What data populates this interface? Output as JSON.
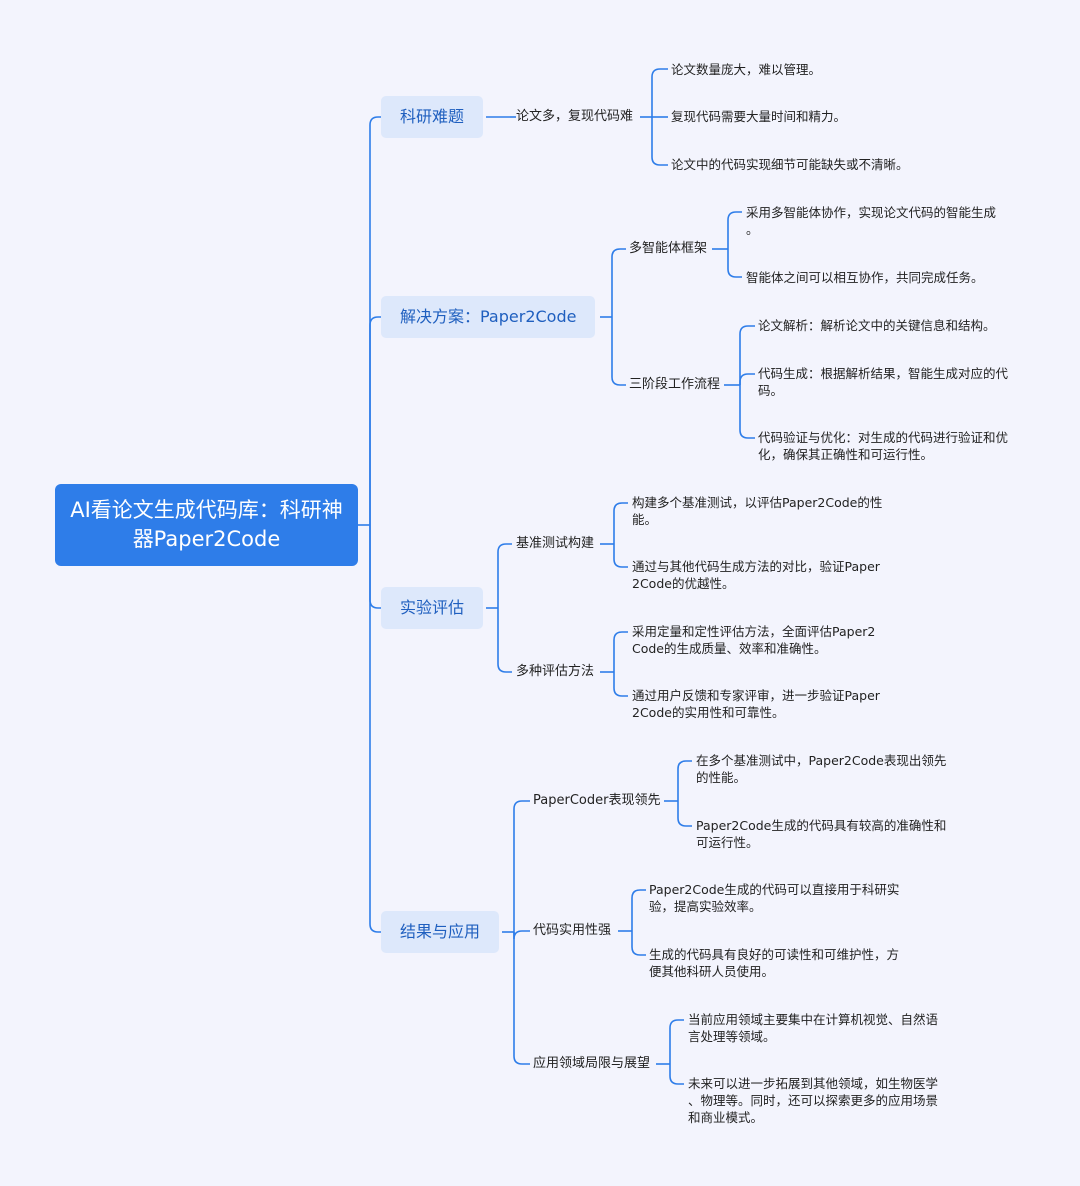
{
  "root": {
    "title": "AI看论文生成代码库：科研神器Paper2Code"
  },
  "branches": [
    {
      "label": "科研难题",
      "children": [
        {
          "label": "论文多，复现代码难",
          "items": [
            "论文数量庞大，难以管理。",
            "复现代码需要大量时间和精力。",
            "论文中的代码实现细节可能缺失或不清晰。"
          ]
        }
      ]
    },
    {
      "label": "解决方案：Paper2Code",
      "children": [
        {
          "label": "多智能体框架",
          "items": [
            "采用多智能体协作，实现论文代码的智能生成\n。",
            "智能体之间可以相互协作，共同完成任务。"
          ]
        },
        {
          "label": "三阶段工作流程",
          "items": [
            "论文解析：解析论文中的关键信息和结构。",
            "代码生成：根据解析结果，智能生成对应的代\n码。",
            "代码验证与优化：对生成的代码进行验证和优\n化，确保其正确性和可运行性。"
          ]
        }
      ]
    },
    {
      "label": "实验评估",
      "children": [
        {
          "label": "基准测试构建",
          "items": [
            "构建多个基准测试，以评估Paper2Code的性\n能。",
            "通过与其他代码生成方法的对比，验证Paper\n2Code的优越性。"
          ]
        },
        {
          "label": "多种评估方法",
          "items": [
            "采用定量和定性评估方法，全面评估Paper2\nCode的生成质量、效率和准确性。",
            "通过用户反馈和专家评审，进一步验证Paper\n2Code的实用性和可靠性。"
          ]
        }
      ]
    },
    {
      "label": "结果与应用",
      "children": [
        {
          "label": "PaperCoder表现领先",
          "items": [
            "在多个基准测试中，Paper2Code表现出领先\n的性能。",
            "Paper2Code生成的代码具有较高的准确性和\n可运行性。"
          ]
        },
        {
          "label": "代码实用性强",
          "items": [
            "Paper2Code生成的代码可以直接用于科研实\n验，提高实验效率。",
            "生成的代码具有良好的可读性和可维护性，方\n便其他科研人员使用。"
          ]
        },
        {
          "label": "应用领域局限与展望",
          "items": [
            "当前应用领域主要集中在计算机视觉、自然语\n言处理等领域。",
            "未来可以进一步拓展到其他领域，如生物医学\n、物理等。同时，还可以探索更多的应用场景\n和商业模式。"
          ]
        }
      ]
    }
  ],
  "colors": {
    "background": "#f3f4fd",
    "root": "#2e7de9",
    "branch_fill": "#dde8fb",
    "branch_text": "#1f5fbf",
    "connector": "#2e7de9"
  }
}
